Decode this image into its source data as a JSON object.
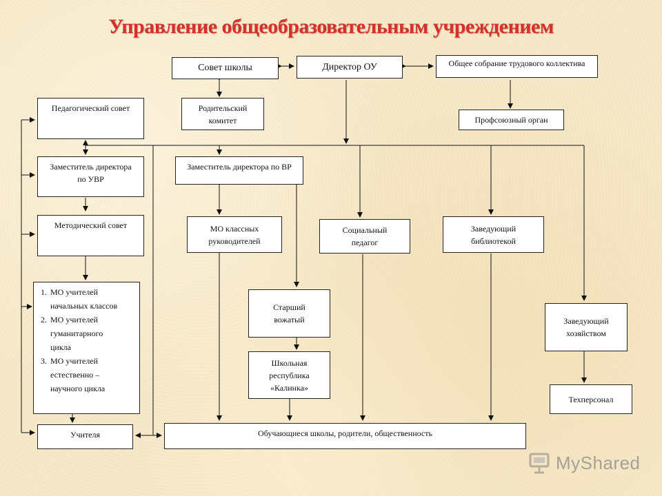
{
  "title": "Управление общеобразовательным учреждением",
  "boxes": {
    "school_council": "Совет школы",
    "director": "Директор ОУ",
    "general_meeting": "Общее собрание трудового коллектива",
    "parent_committee": [
      "Родительский",
      "комитет"
    ],
    "trade_union": "Профсоюзный орган",
    "pedagogical_council": "Педагогический совет",
    "deputy_uvr": [
      "Заместитель  директора",
      "по УВР"
    ],
    "deputy_vr": "Заместитель директора по ВР",
    "methodical_council": "Методический совет",
    "mo_class_teachers": [
      "МО классных",
      "руководителей"
    ],
    "social_pedagogue": [
      "Социальный",
      "педагог"
    ],
    "head_librarian": [
      "Заведующий",
      "библиотекой"
    ],
    "mo_teachers_list": [
      [
        "МО учителей",
        "начальных классов"
      ],
      [
        "МО  учителей",
        "гуманитарного",
        "цикла"
      ],
      [
        "МО учителей",
        "естественно –",
        "научного цикла"
      ]
    ],
    "senior_counselor": [
      "Старший",
      "вожатый"
    ],
    "school_republic": [
      "Школьная",
      "республика",
      "«Калинка»"
    ],
    "head_household": [
      "Заведующий",
      "хозяйством"
    ],
    "tech_staff": "Техперсонал",
    "teachers": "Учителя",
    "students_parents": "Обучающиеся школы,  родители, общественность"
  },
  "watermark": "MyShared"
}
